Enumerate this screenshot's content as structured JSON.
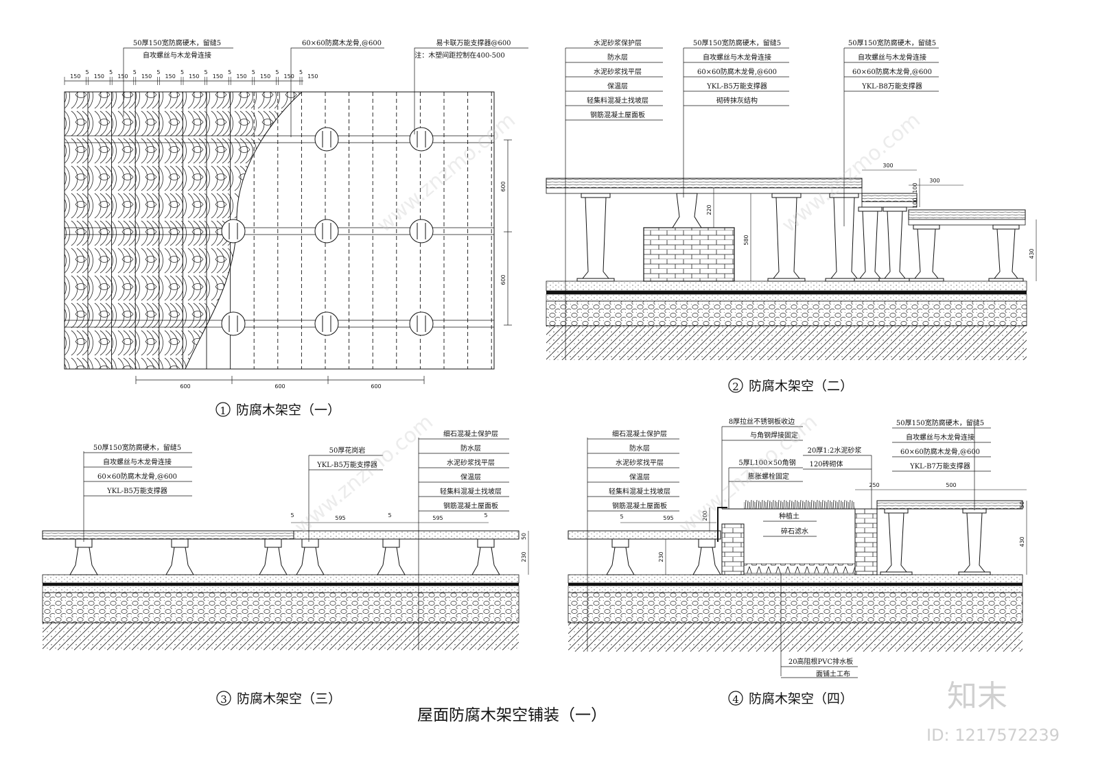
{
  "title": "屋面防腐木架空铺装（一）",
  "details": [
    {
      "num": "1",
      "name": "防腐木架空（一）"
    },
    {
      "num": "2",
      "name": "防腐木架空（二）"
    },
    {
      "num": "3",
      "name": "防腐木架空（三）"
    },
    {
      "num": "4",
      "name": "防腐木架空（四）"
    }
  ],
  "d1": {
    "deck_line1": "50厚150宽防腐硬木，留缝5",
    "deck_line2": "自攻螺丝与木龙骨连接",
    "joist": "60×60防腐木龙骨,@600",
    "support": "易卡联万能支撑器@600",
    "note": "注：木塑间距控制在400-500",
    "top_dims": [
      "150",
      "5",
      "150",
      "5",
      "150",
      "5",
      "150",
      "5",
      "150",
      "5",
      "150",
      "5",
      "150",
      "5",
      "150",
      "5",
      "150",
      "5",
      "150",
      "5",
      "150"
    ],
    "bottom_dims": [
      "600",
      "600",
      "600"
    ],
    "side_dims": [
      "600",
      "600"
    ]
  },
  "d2": {
    "left_layers": [
      "水泥砂浆保护层",
      "防水层",
      "水泥砂浆找平层",
      "保温层",
      "轻集料混凝土找坡层",
      "钢筋混凝土屋面板"
    ],
    "mid_labels": [
      "50厚150宽防腐硬木，留缝5",
      "自攻螺丝与木龙骨连接",
      "60×60防腐木龙骨,@600",
      "YKL-B5万能支撑器",
      "砌砖抹灰结构"
    ],
    "right_labels": [
      "50厚150宽防腐硬木，留缝5",
      "自攻螺丝与木龙骨连接",
      "60×60防腐木龙骨,@600",
      "YKL-B8万能支撑器"
    ],
    "dims": {
      "step1": "300",
      "step2": "300",
      "rise1": "100",
      "rise2": "100",
      "h220": "220",
      "h580": "580",
      "h430": "430"
    }
  },
  "d3": {
    "left_labels": [
      "50厚150宽防腐硬木，留缝5",
      "自攻螺丝与木龙骨连接",
      "60×60防腐木龙骨,@600",
      "YKL-B5万能支撑器"
    ],
    "mid_labels": [
      "50厚花岗岩",
      "YKL-B5万能支撑器"
    ],
    "right_layers": [
      "细石混凝土保护层",
      "防水层",
      "水泥砂浆找平层",
      "保温层",
      "轻集料混凝土找坡层",
      "钢筋混凝土屋面板"
    ],
    "dims": {
      "gap1": "5",
      "span1": "595",
      "gap2": "5",
      "span2": "595",
      "gap3": "5",
      "h50": "50",
      "h230": "230"
    }
  },
  "d4": {
    "left_layers": [
      "细石混凝土保护层",
      "防水层",
      "水泥砂浆找平层",
      "保温层",
      "轻集料混凝土找坡层",
      "钢筋混凝土屋面板"
    ],
    "edge_labels": [
      "8厚拉丝不锈钢板收边",
      "与角钢焊接固定"
    ],
    "angle_labels": [
      "5厚L100×50角钢",
      "膨胀螺栓固定"
    ],
    "wall_labels": [
      "20厚1:2水泥砂浆",
      "120砖砌体"
    ],
    "planter_labels": [
      "种植土",
      "碎石滤水"
    ],
    "right_labels": [
      "50厚150宽防腐硬木，留缝5",
      "自攻螺丝与木龙骨连接",
      "60×60防腐木龙骨,@600",
      "YKL-B7万能支撑器"
    ],
    "drain_labels": [
      "20高阻根PVC排水板",
      "面铺土工布"
    ],
    "dims": {
      "gap": "5",
      "span": "595",
      "h200": "200",
      "h230": "230",
      "w250": "250",
      "w500": "500",
      "h50": "50",
      "h430": "430"
    }
  },
  "watermark": {
    "site": "www.znzmo.com",
    "brand": "知末",
    "id": "ID: 1217572239"
  }
}
